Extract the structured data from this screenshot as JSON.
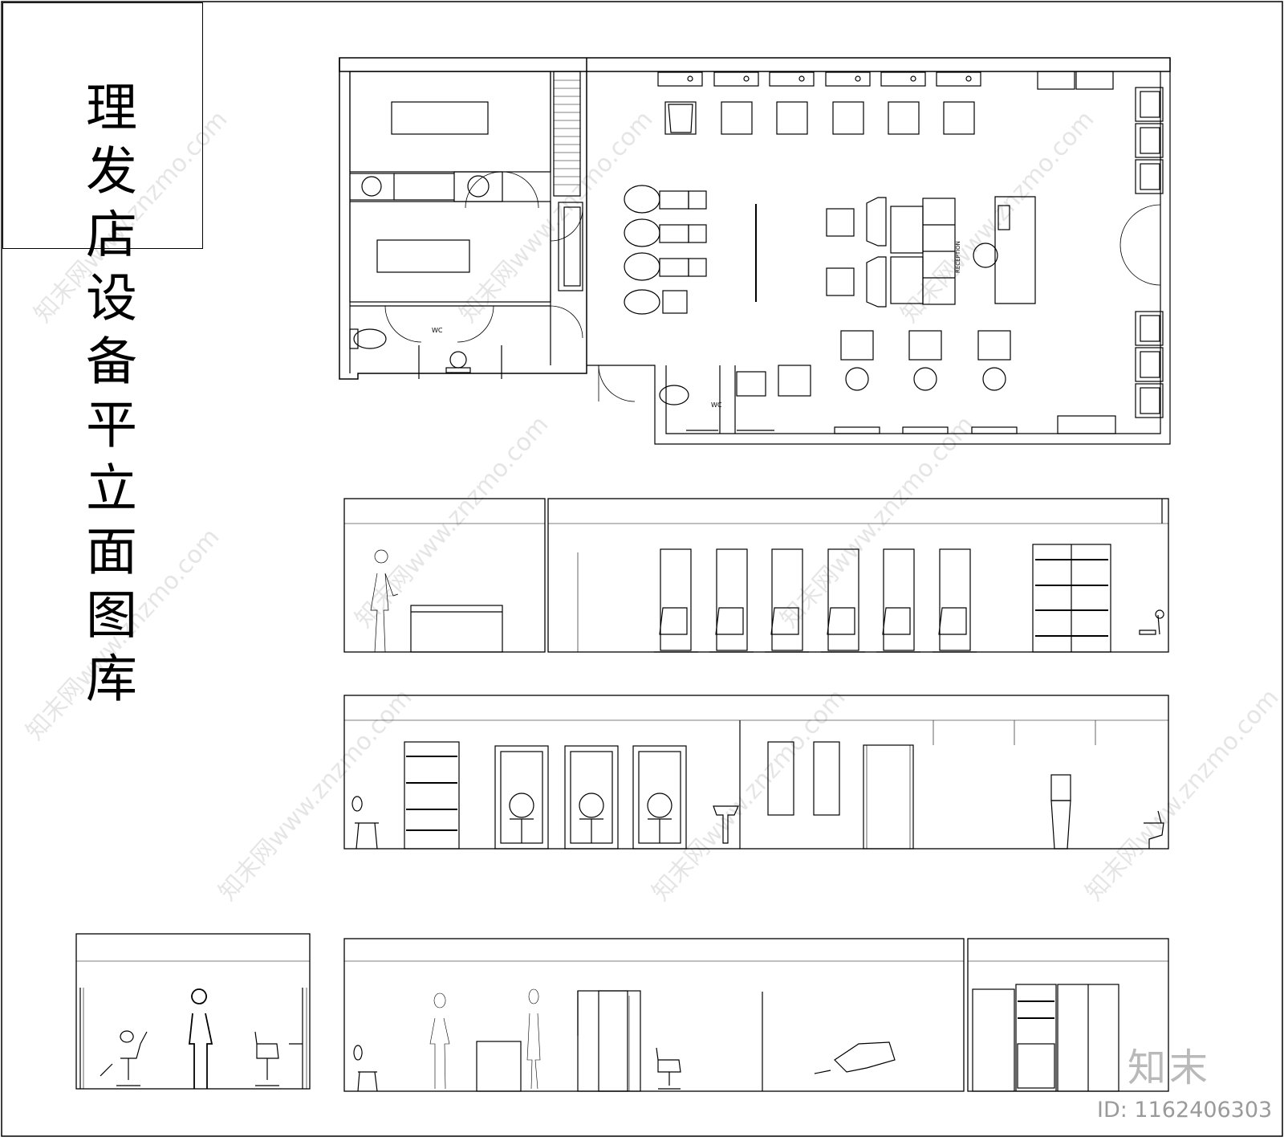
{
  "sheet": {
    "title": "理发店设备平立面图库"
  },
  "plan_labels": {
    "wc_upper": "WC",
    "wc_lower": "WC",
    "reception": "RECEPTION"
  },
  "watermark": {
    "url": "知末网www.znzmo.com",
    "logo": "知末",
    "id": "ID: 1162406303"
  },
  "colors": {
    "line": "#000000",
    "paper": "#ffffff",
    "watermark": "#b9b9b9"
  }
}
